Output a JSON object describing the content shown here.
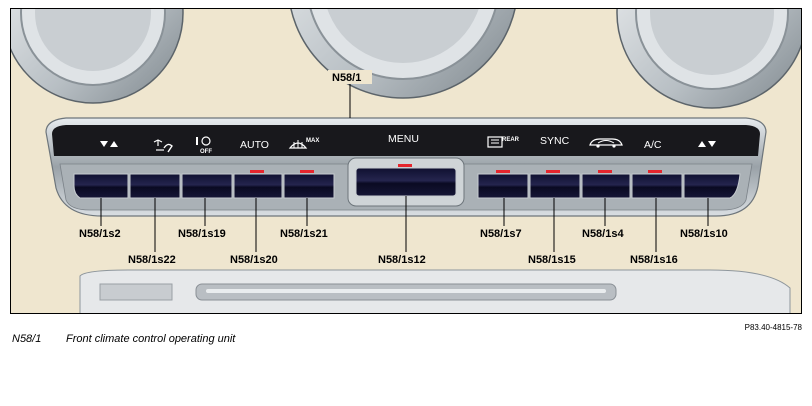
{
  "panel_labels": {
    "menu": "MENU",
    "auto": "AUTO",
    "sync": "SYNC",
    "ac": "A/C",
    "max": "MAX",
    "rear": "REAR",
    "off": "OFF"
  },
  "callouts": {
    "main": "N58/1",
    "s2": "N58/1s2",
    "s22": "N58/1s22",
    "s19": "N58/1s19",
    "s20": "N58/1s20",
    "s21": "N58/1s21",
    "s12": "N58/1s12",
    "s7": "N58/1s7",
    "s15": "N58/1s15",
    "s4": "N58/1s4",
    "s16": "N58/1s16",
    "s10": "N58/1s10"
  },
  "legend": {
    "code": "N58/1",
    "description": "Front climate control operating unit"
  },
  "reference": "P83.40-4815-78"
}
